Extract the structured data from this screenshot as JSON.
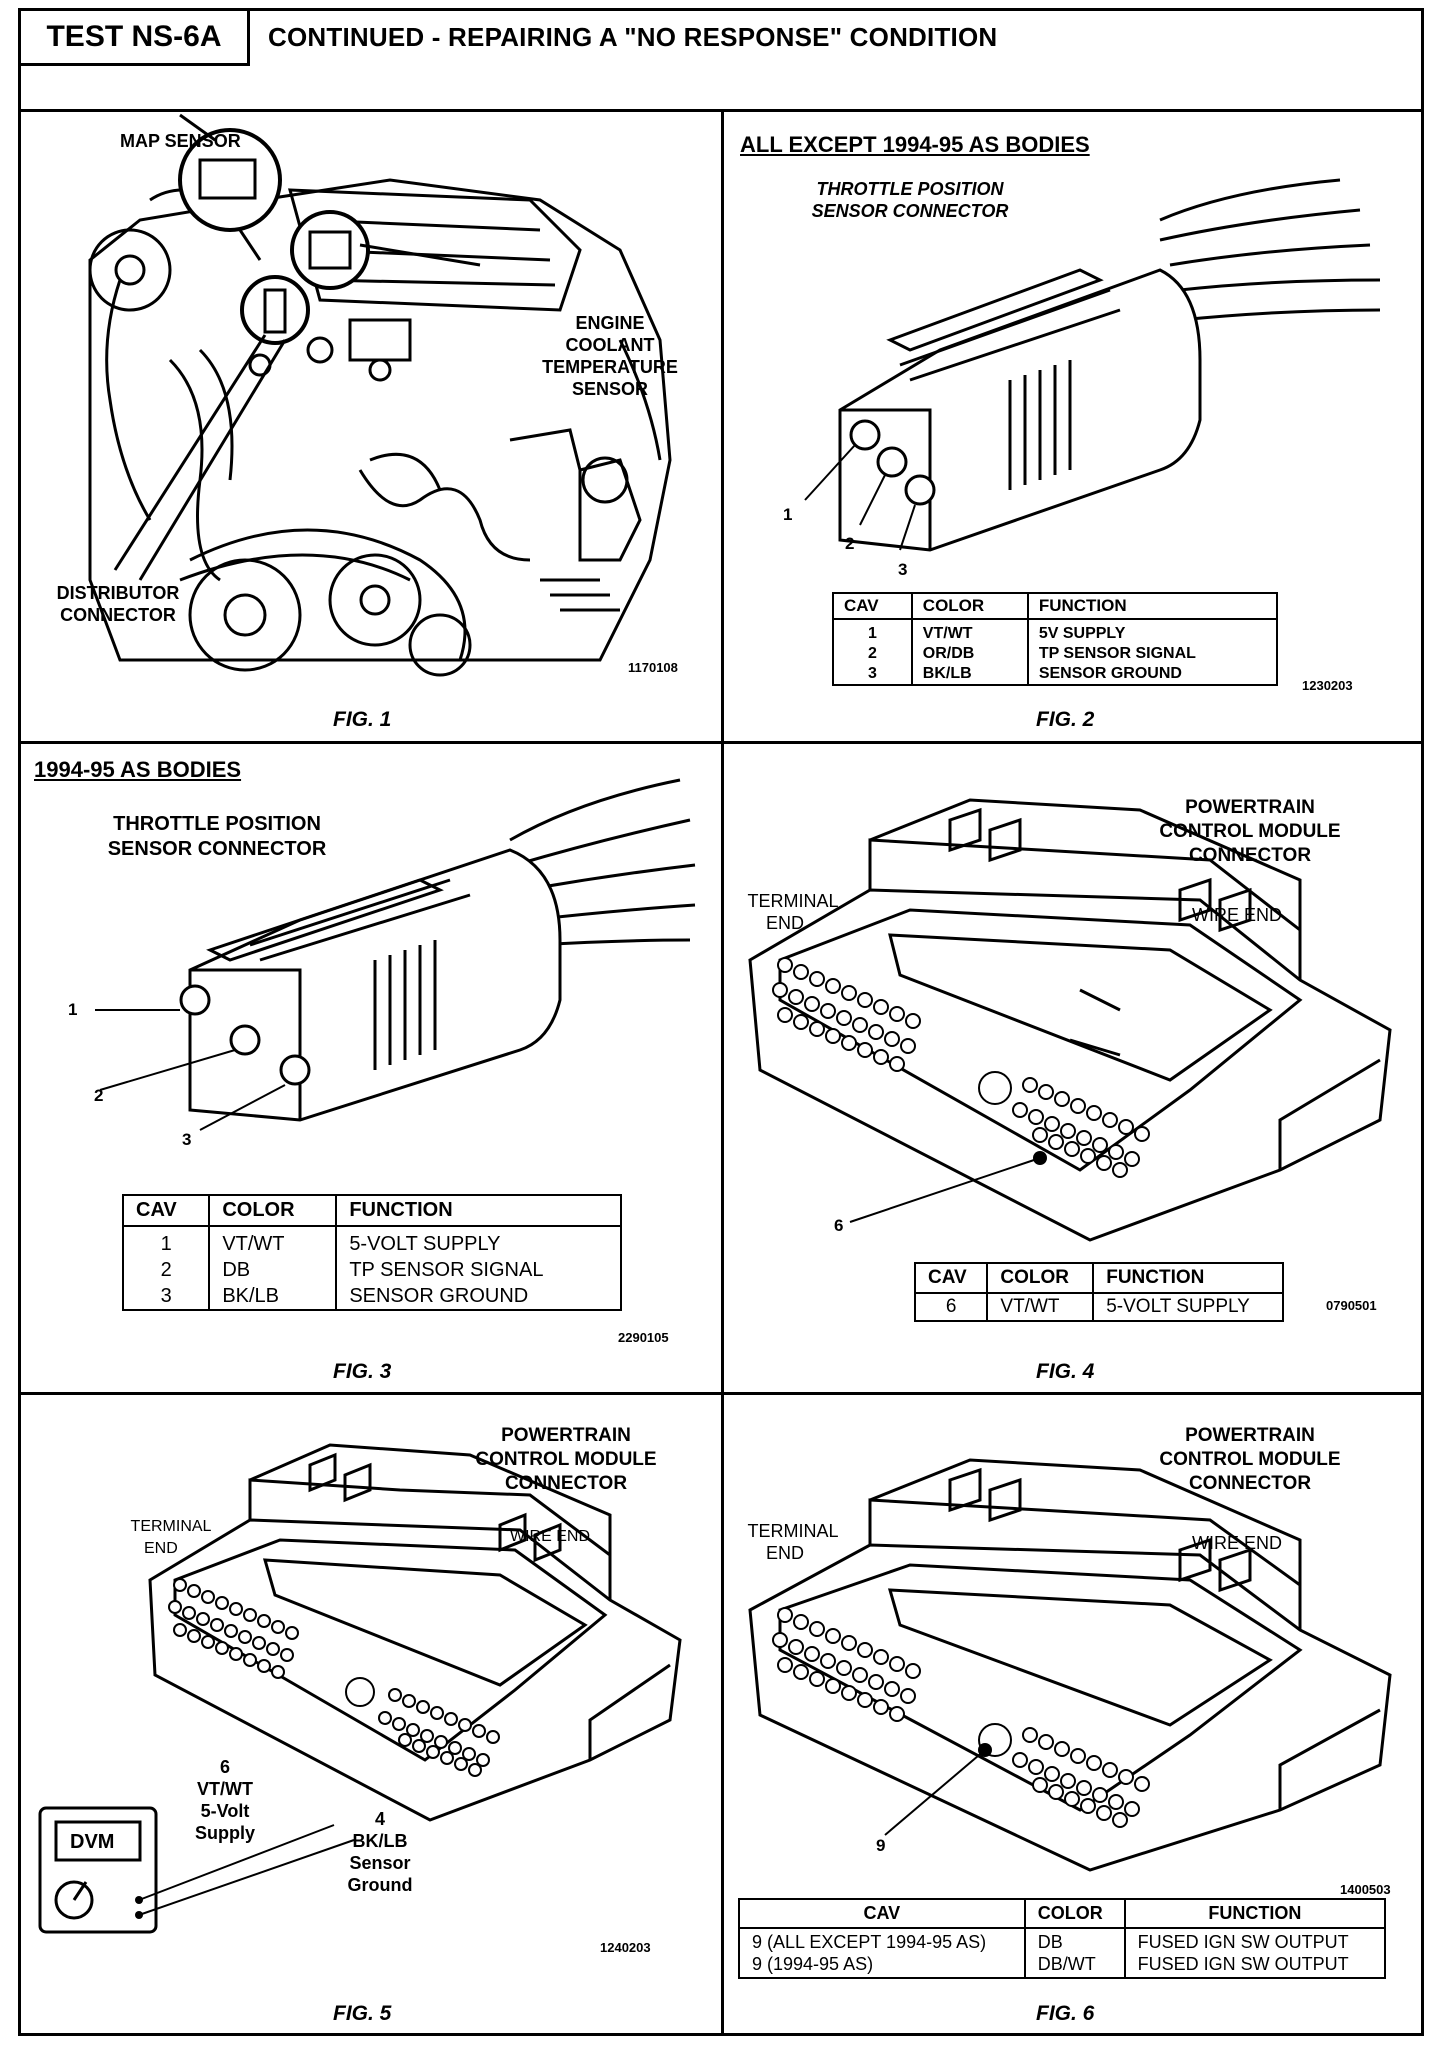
{
  "header": {
    "test_id": "TEST NS-6A",
    "title": "CONTINUED - REPAIRING A \"NO RESPONSE\" CONDITION"
  },
  "fig1": {
    "labels": {
      "map_sensor": "MAP SENSOR",
      "ect_sensor": [
        "ENGINE",
        "COOLANT",
        "TEMPERATURE",
        "SENSOR"
      ],
      "distributor": [
        "DISTRIBUTOR",
        "CONNECTOR"
      ]
    },
    "code": "1170108",
    "caption": "FIG. 1"
  },
  "fig2": {
    "heading": "ALL EXCEPT 1994-95 AS BODIES",
    "connector_label": [
      "THROTTLE POSITION",
      "SENSOR CONNECTOR"
    ],
    "cavities": [
      "1",
      "2",
      "3"
    ],
    "table": {
      "headers": [
        "CAV",
        "COLOR",
        "FUNCTION"
      ],
      "rows": [
        [
          "1",
          "VT/WT",
          "5V SUPPLY"
        ],
        [
          "2",
          "OR/DB",
          "TP SENSOR SIGNAL"
        ],
        [
          "3",
          "BK/LB",
          "SENSOR GROUND"
        ]
      ]
    },
    "code": "1230203",
    "caption": "FIG. 2"
  },
  "fig3": {
    "heading": "1994-95 AS BODIES",
    "connector_label": [
      "THROTTLE POSITION",
      "SENSOR CONNECTOR"
    ],
    "cavities": [
      "1",
      "2",
      "3"
    ],
    "table": {
      "headers": [
        "CAV",
        "COLOR",
        "FUNCTION"
      ],
      "rows": [
        [
          "1",
          "VT/WT",
          "5-VOLT SUPPLY"
        ],
        [
          "2",
          "DB",
          "TP SENSOR SIGNAL"
        ],
        [
          "3",
          "BK/LB",
          "SENSOR GROUND"
        ]
      ]
    },
    "code": "2290105",
    "caption": "FIG. 3"
  },
  "fig4": {
    "connector_label": [
      "POWERTRAIN",
      "CONTROL MODULE",
      "CONNECTOR"
    ],
    "terminal_end": [
      "TERMINAL",
      "END"
    ],
    "wire_end": "WIRE END",
    "pin": "6",
    "table": {
      "headers": [
        "CAV",
        "COLOR",
        "FUNCTION"
      ],
      "rows": [
        [
          "6",
          "VT/WT",
          "5-VOLT SUPPLY"
        ]
      ]
    },
    "code": "0790501",
    "caption": "FIG. 4"
  },
  "fig5": {
    "connector_label": [
      "POWERTRAIN",
      "CONTROL MODULE",
      "CONNECTOR"
    ],
    "terminal_end": [
      "TERMINAL",
      "END"
    ],
    "wire_end": "WIRE END",
    "probe1": [
      "6",
      "VT/WT",
      "5-Volt",
      "Supply"
    ],
    "probe2": [
      "4",
      "BK/LB",
      "Sensor",
      "Ground"
    ],
    "meter_display": "DVM",
    "code": "1240203",
    "caption": "FIG. 5"
  },
  "fig6": {
    "connector_label": [
      "POWERTRAIN",
      "CONTROL MODULE",
      "CONNECTOR"
    ],
    "terminal_end": [
      "TERMINAL",
      "END"
    ],
    "wire_end": "WIRE END",
    "pin": "9",
    "table": {
      "headers": [
        "CAV",
        "COLOR",
        "FUNCTION"
      ],
      "rows": [
        [
          "9 (ALL EXCEPT 1994-95 AS)",
          "DB",
          "FUSED IGN SW OUTPUT"
        ],
        [
          "9 (1994-95 AS)",
          "DB/WT",
          "FUSED IGN SW OUTPUT"
        ]
      ]
    },
    "code": "1400503",
    "caption": "FIG. 6"
  }
}
